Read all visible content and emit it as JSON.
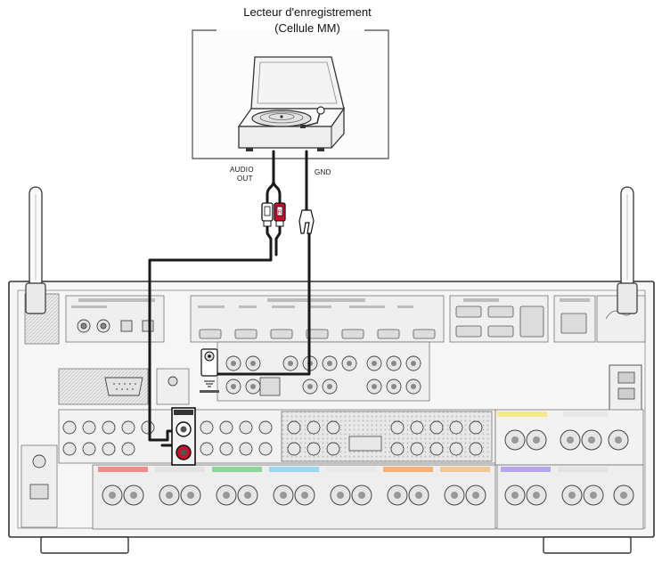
{
  "title": {
    "line1": "Lecteur d'enregistrement",
    "line2": "(Cellule MM)"
  },
  "labels": {
    "audio_out_line1": "AUDIO",
    "audio_out_line2": "OUT",
    "gnd": "GND"
  },
  "colors": {
    "cable": "#1a1a1a",
    "plug_red": "#c8102e",
    "panel_outline": "#333333",
    "panel_fill": "#f4f4f4",
    "connector_fill": "#e2e2e2",
    "hatch": "#cfcfcf"
  },
  "icons": {
    "turntable": "turntable-icon",
    "antenna": "antenna-icon",
    "rca_plug": "rca-plug-icon",
    "ground_terminal": "ground-terminal-icon",
    "receiver": "av-receiver-rear-panel"
  }
}
